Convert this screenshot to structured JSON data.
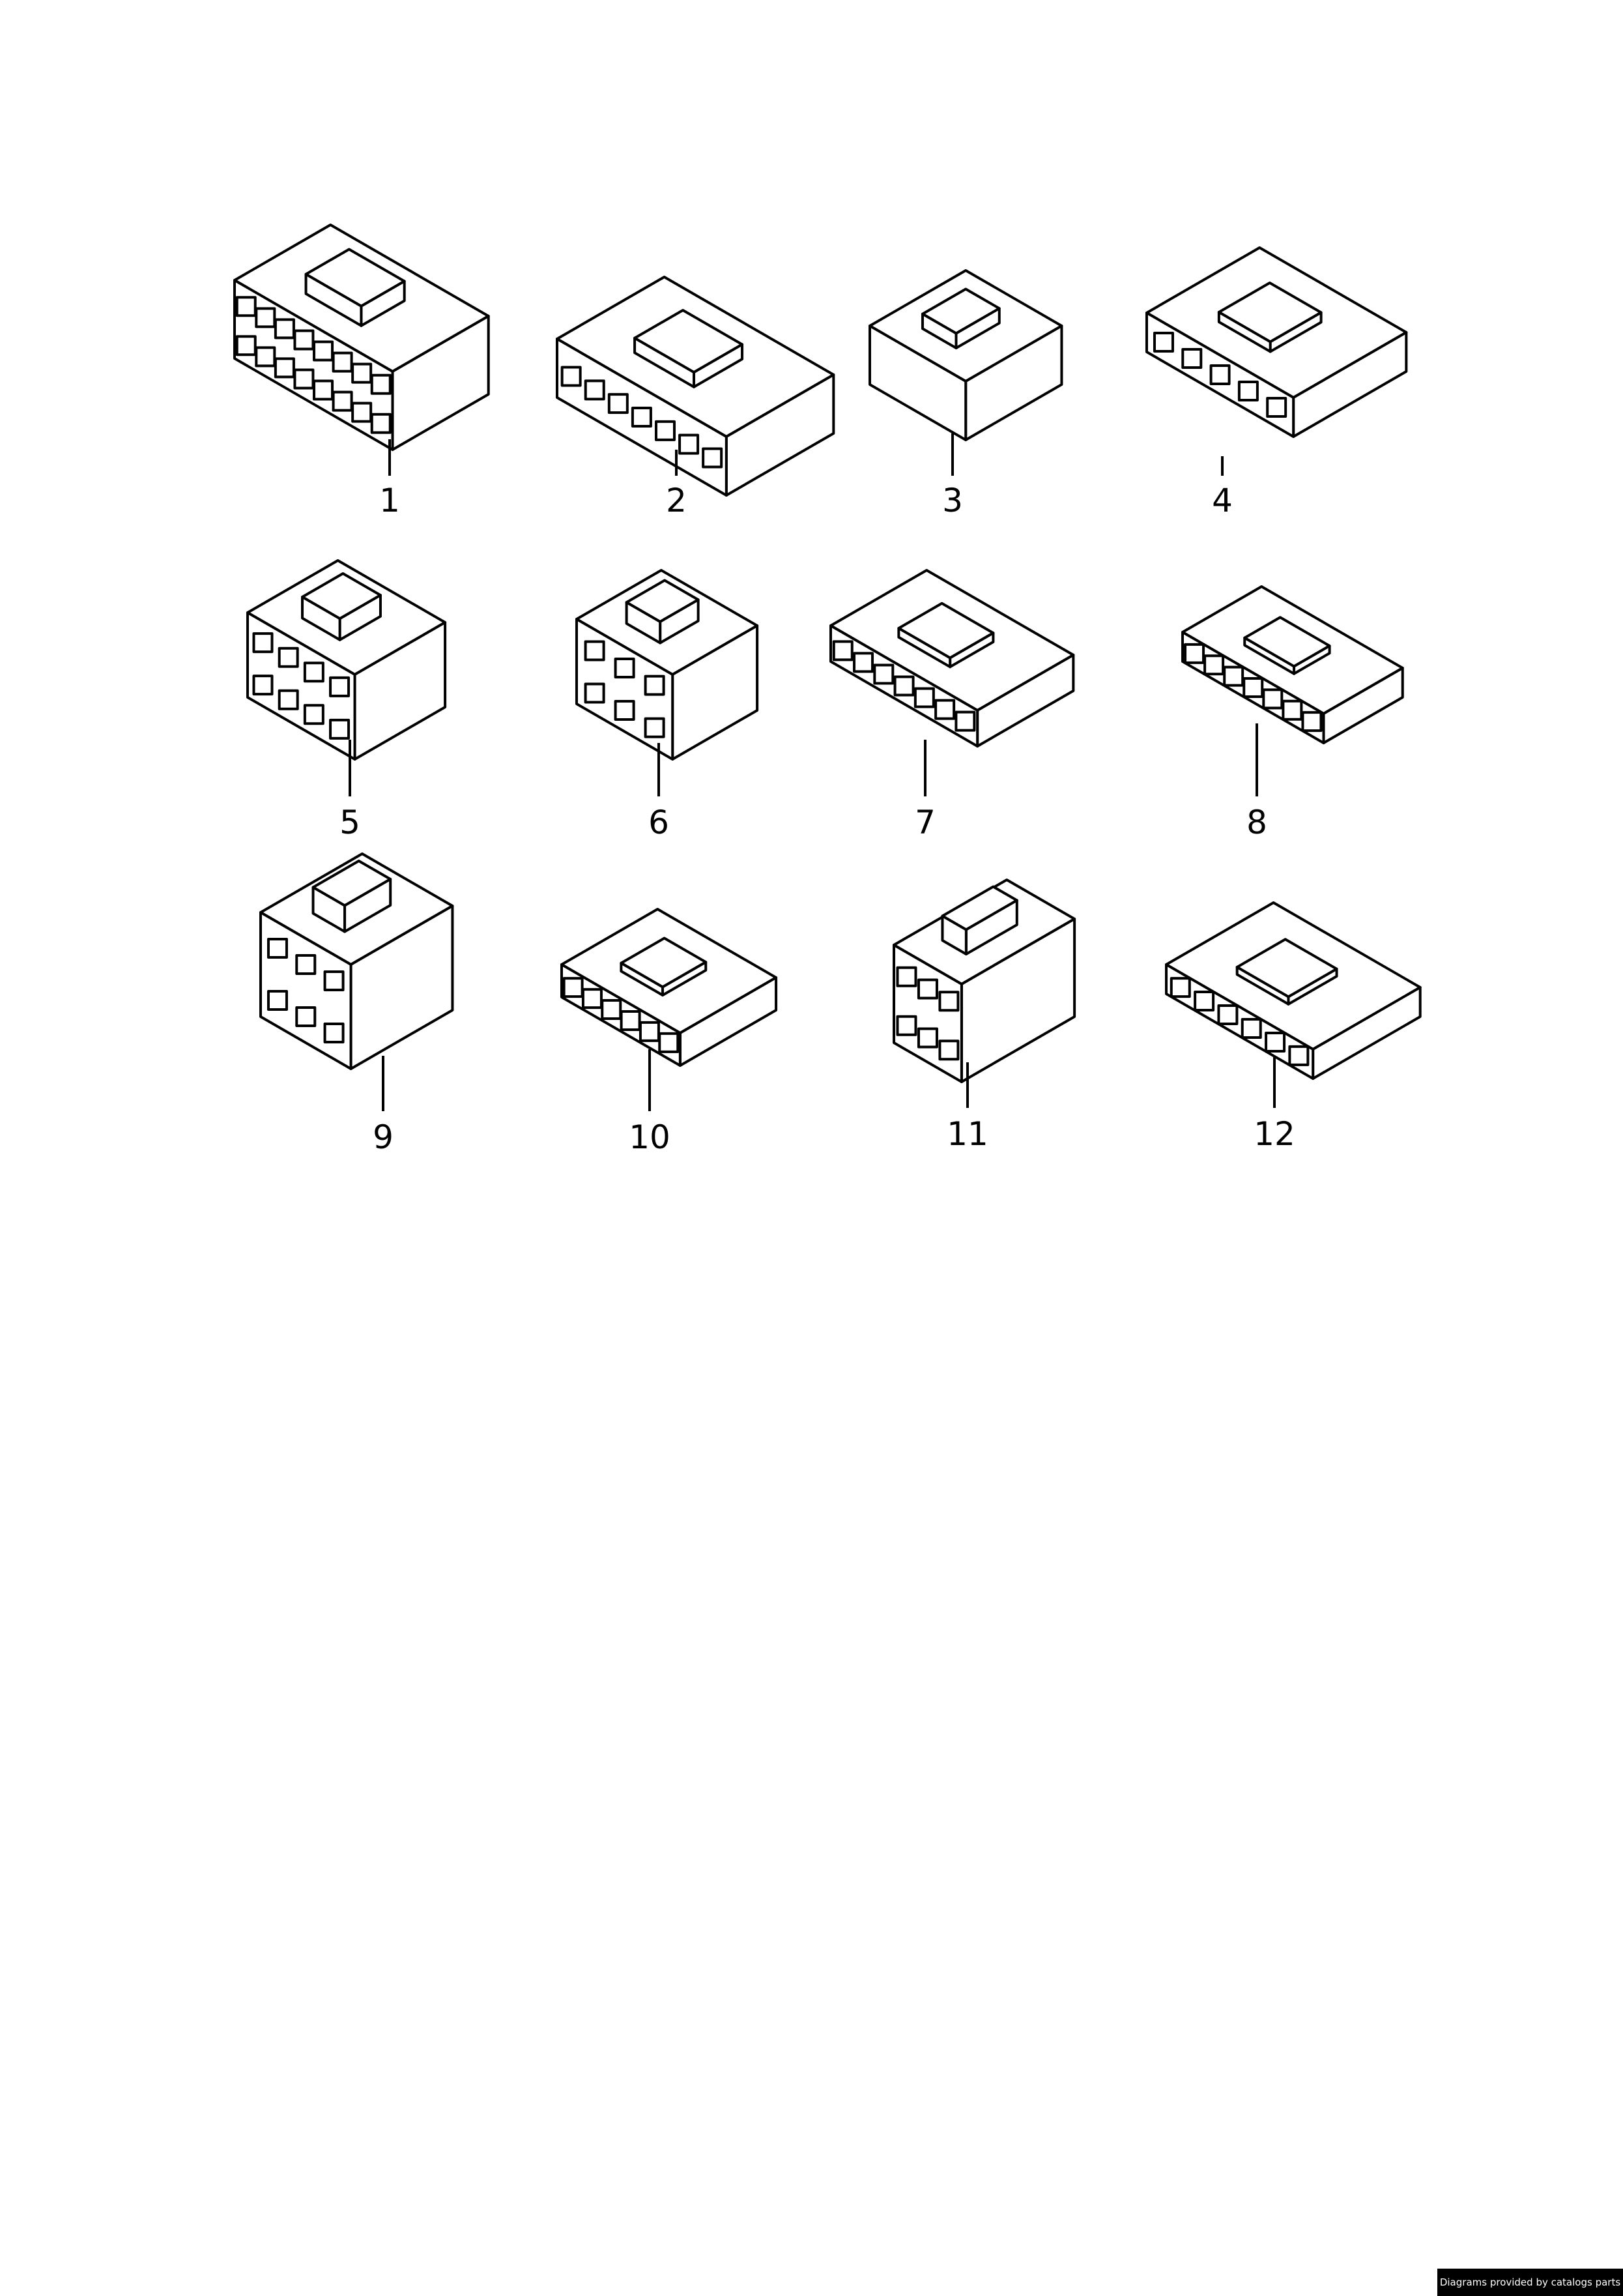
{
  "diagram": {
    "parts": [
      {
        "label": "1"
      },
      {
        "label": "2"
      },
      {
        "label": "3"
      },
      {
        "label": "4"
      },
      {
        "label": "5"
      },
      {
        "label": "6"
      },
      {
        "label": "7"
      },
      {
        "label": "8"
      },
      {
        "label": "9"
      },
      {
        "label": "10"
      },
      {
        "label": "11"
      },
      {
        "label": "12"
      }
    ]
  },
  "footer": {
    "watermark": "Diagrams provided by catalogs parts"
  },
  "colors": {
    "line": "#000000",
    "background": "#ffffff",
    "badge": "#000000"
  }
}
